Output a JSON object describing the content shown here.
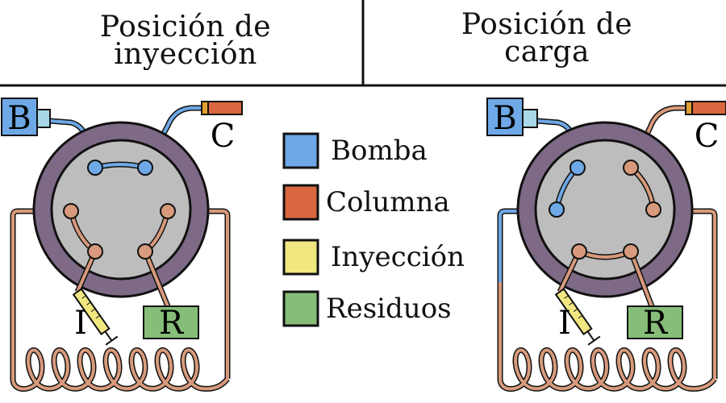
{
  "headers": {
    "left": "Posición de\ninyección",
    "right": "Posición de\ncarga"
  },
  "legend": [
    {
      "label": "Bomba",
      "color": "#6ea8e6"
    },
    {
      "label": "Columna",
      "color": "#d9673f"
    },
    {
      "label": "Inyección",
      "color": "#f1e781"
    },
    {
      "label": "Residuos",
      "color": "#86bd78"
    }
  ],
  "valve_labels": {
    "pump": "B",
    "column": "C",
    "injection": "I",
    "waste": "R"
  },
  "colors": {
    "pump": "#6ea8e6",
    "column": "#d9673f",
    "injection": "#f1e781",
    "waste": "#86bd78",
    "tube": "#d89a7c",
    "valve_ring": "#7e6a86",
    "valve_face": "#bdbdbd"
  }
}
